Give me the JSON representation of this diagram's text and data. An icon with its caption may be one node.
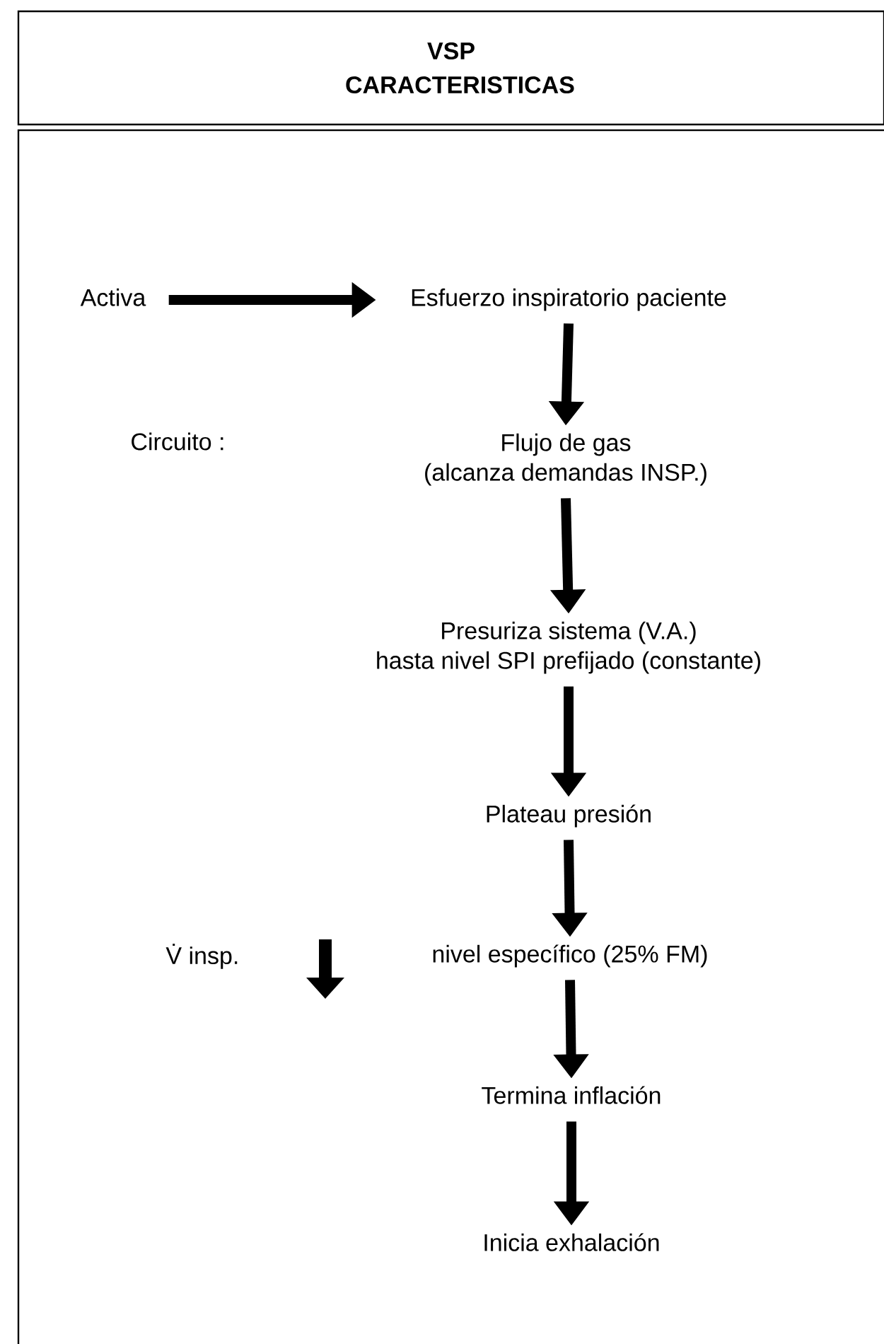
{
  "diagram": {
    "title": "VSP CARACTERISTICAS",
    "nodes": [
      {
        "text": [
          "Activa"
        ]
      },
      {
        "text": [
          "Esfuerzo inspiratorio paciente"
        ]
      },
      {
        "text": [
          "Flujo de gas",
          "(alcanza demandas INSP.)"
        ]
      },
      {
        "text": [
          "Presuriza sistema (V.A.)",
          "hasta nivel SPI prefijado (constante)"
        ]
      },
      {
        "text": [
          "Plateau presión"
        ]
      },
      {
        "text": [
          "nivel específico (25% FM)"
        ]
      },
      {
        "text": [
          "Termina inflación"
        ]
      },
      {
        "text": [
          "Inicia exhalación"
        ]
      }
    ],
    "edges": [
      {
        "from": 0,
        "to": 1,
        "arrow": "to"
      },
      {
        "from": 1,
        "to": 2,
        "arrow": "to"
      },
      {
        "from": 2,
        "to": 3,
        "arrow": "to"
      },
      {
        "from": 3,
        "to": 4,
        "arrow": "to"
      },
      {
        "from": 4,
        "to": 5,
        "arrow": "to"
      },
      {
        "from": 5,
        "to": 6,
        "arrow": "to"
      },
      {
        "from": 6,
        "to": 7,
        "arrow": "to"
      }
    ],
    "labels": [
      "Circuito :",
      "V̇ insp."
    ]
  }
}
